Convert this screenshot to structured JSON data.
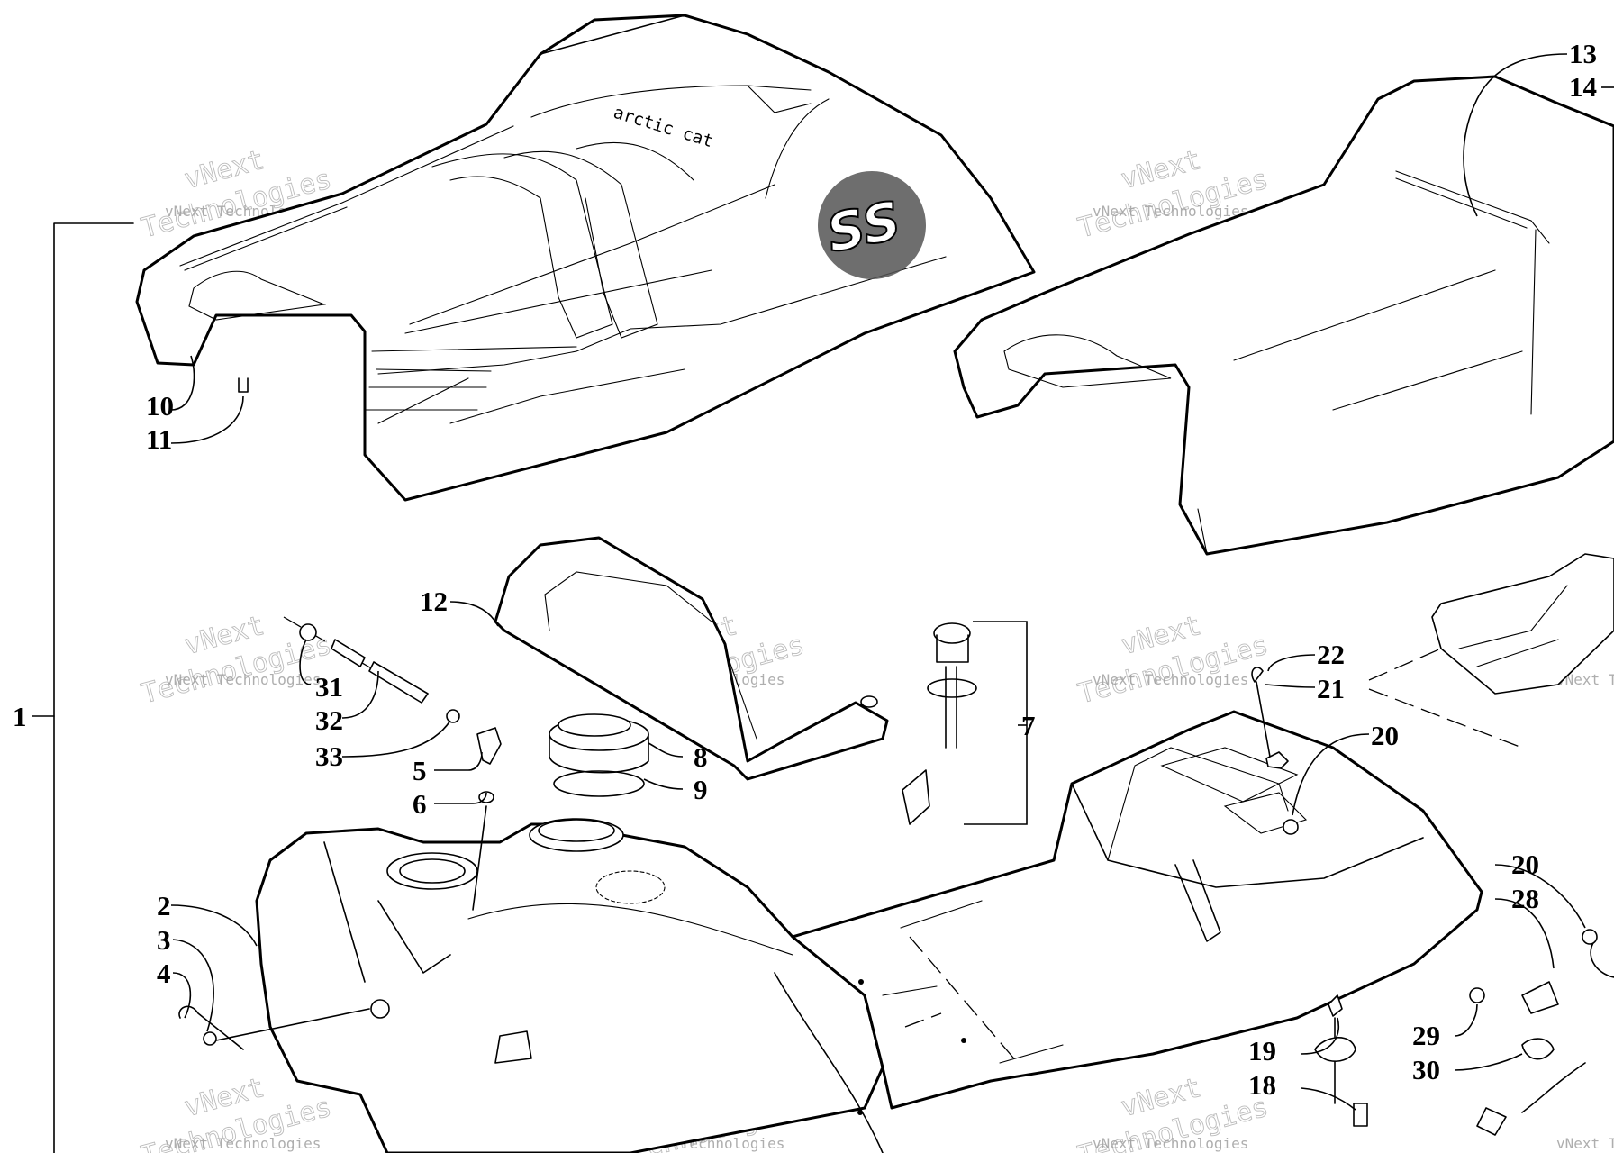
{
  "diagram": {
    "callouts": [
      "1",
      "2",
      "3",
      "4",
      "5",
      "6",
      "7",
      "8",
      "9",
      "10",
      "11",
      "12",
      "13",
      "14",
      "18",
      "19",
      "20",
      "21",
      "22",
      "28",
      "29",
      "30",
      "31",
      "32",
      "33",
      "20"
    ],
    "watermark": {
      "company_line1": "vNext",
      "company_line2": "Technologies",
      "company_full": "vNext Technologies"
    },
    "seat_graphics": {
      "brand_text": "arctic cat",
      "badge_text": "SS"
    }
  }
}
